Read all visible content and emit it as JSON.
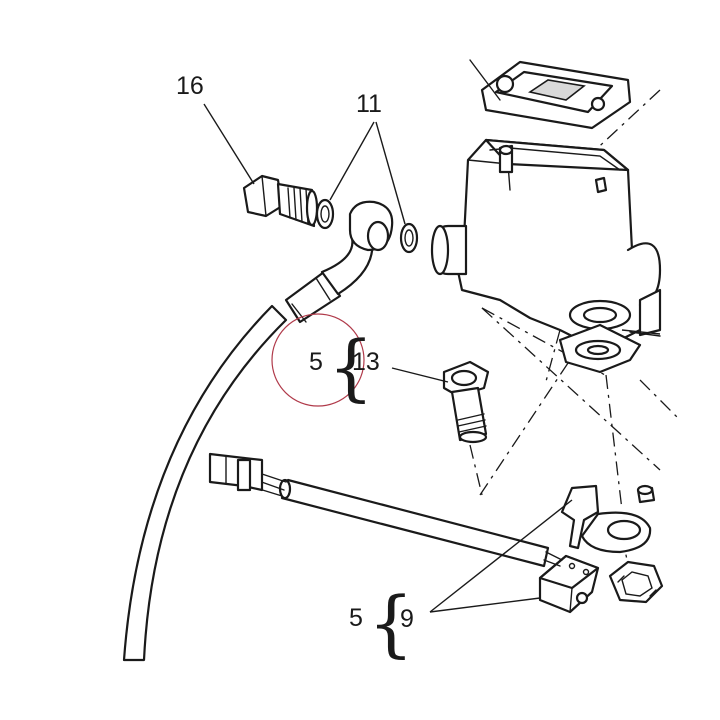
{
  "labels": {
    "banjo_bolt": "16",
    "washers": "11",
    "group_5_top": "5",
    "screw": "13",
    "group_5_bottom": "5",
    "switch": "9"
  },
  "colors": {
    "line": "#1a1a1a",
    "highlight_circle": "#b03a4a",
    "background": "#ffffff"
  }
}
